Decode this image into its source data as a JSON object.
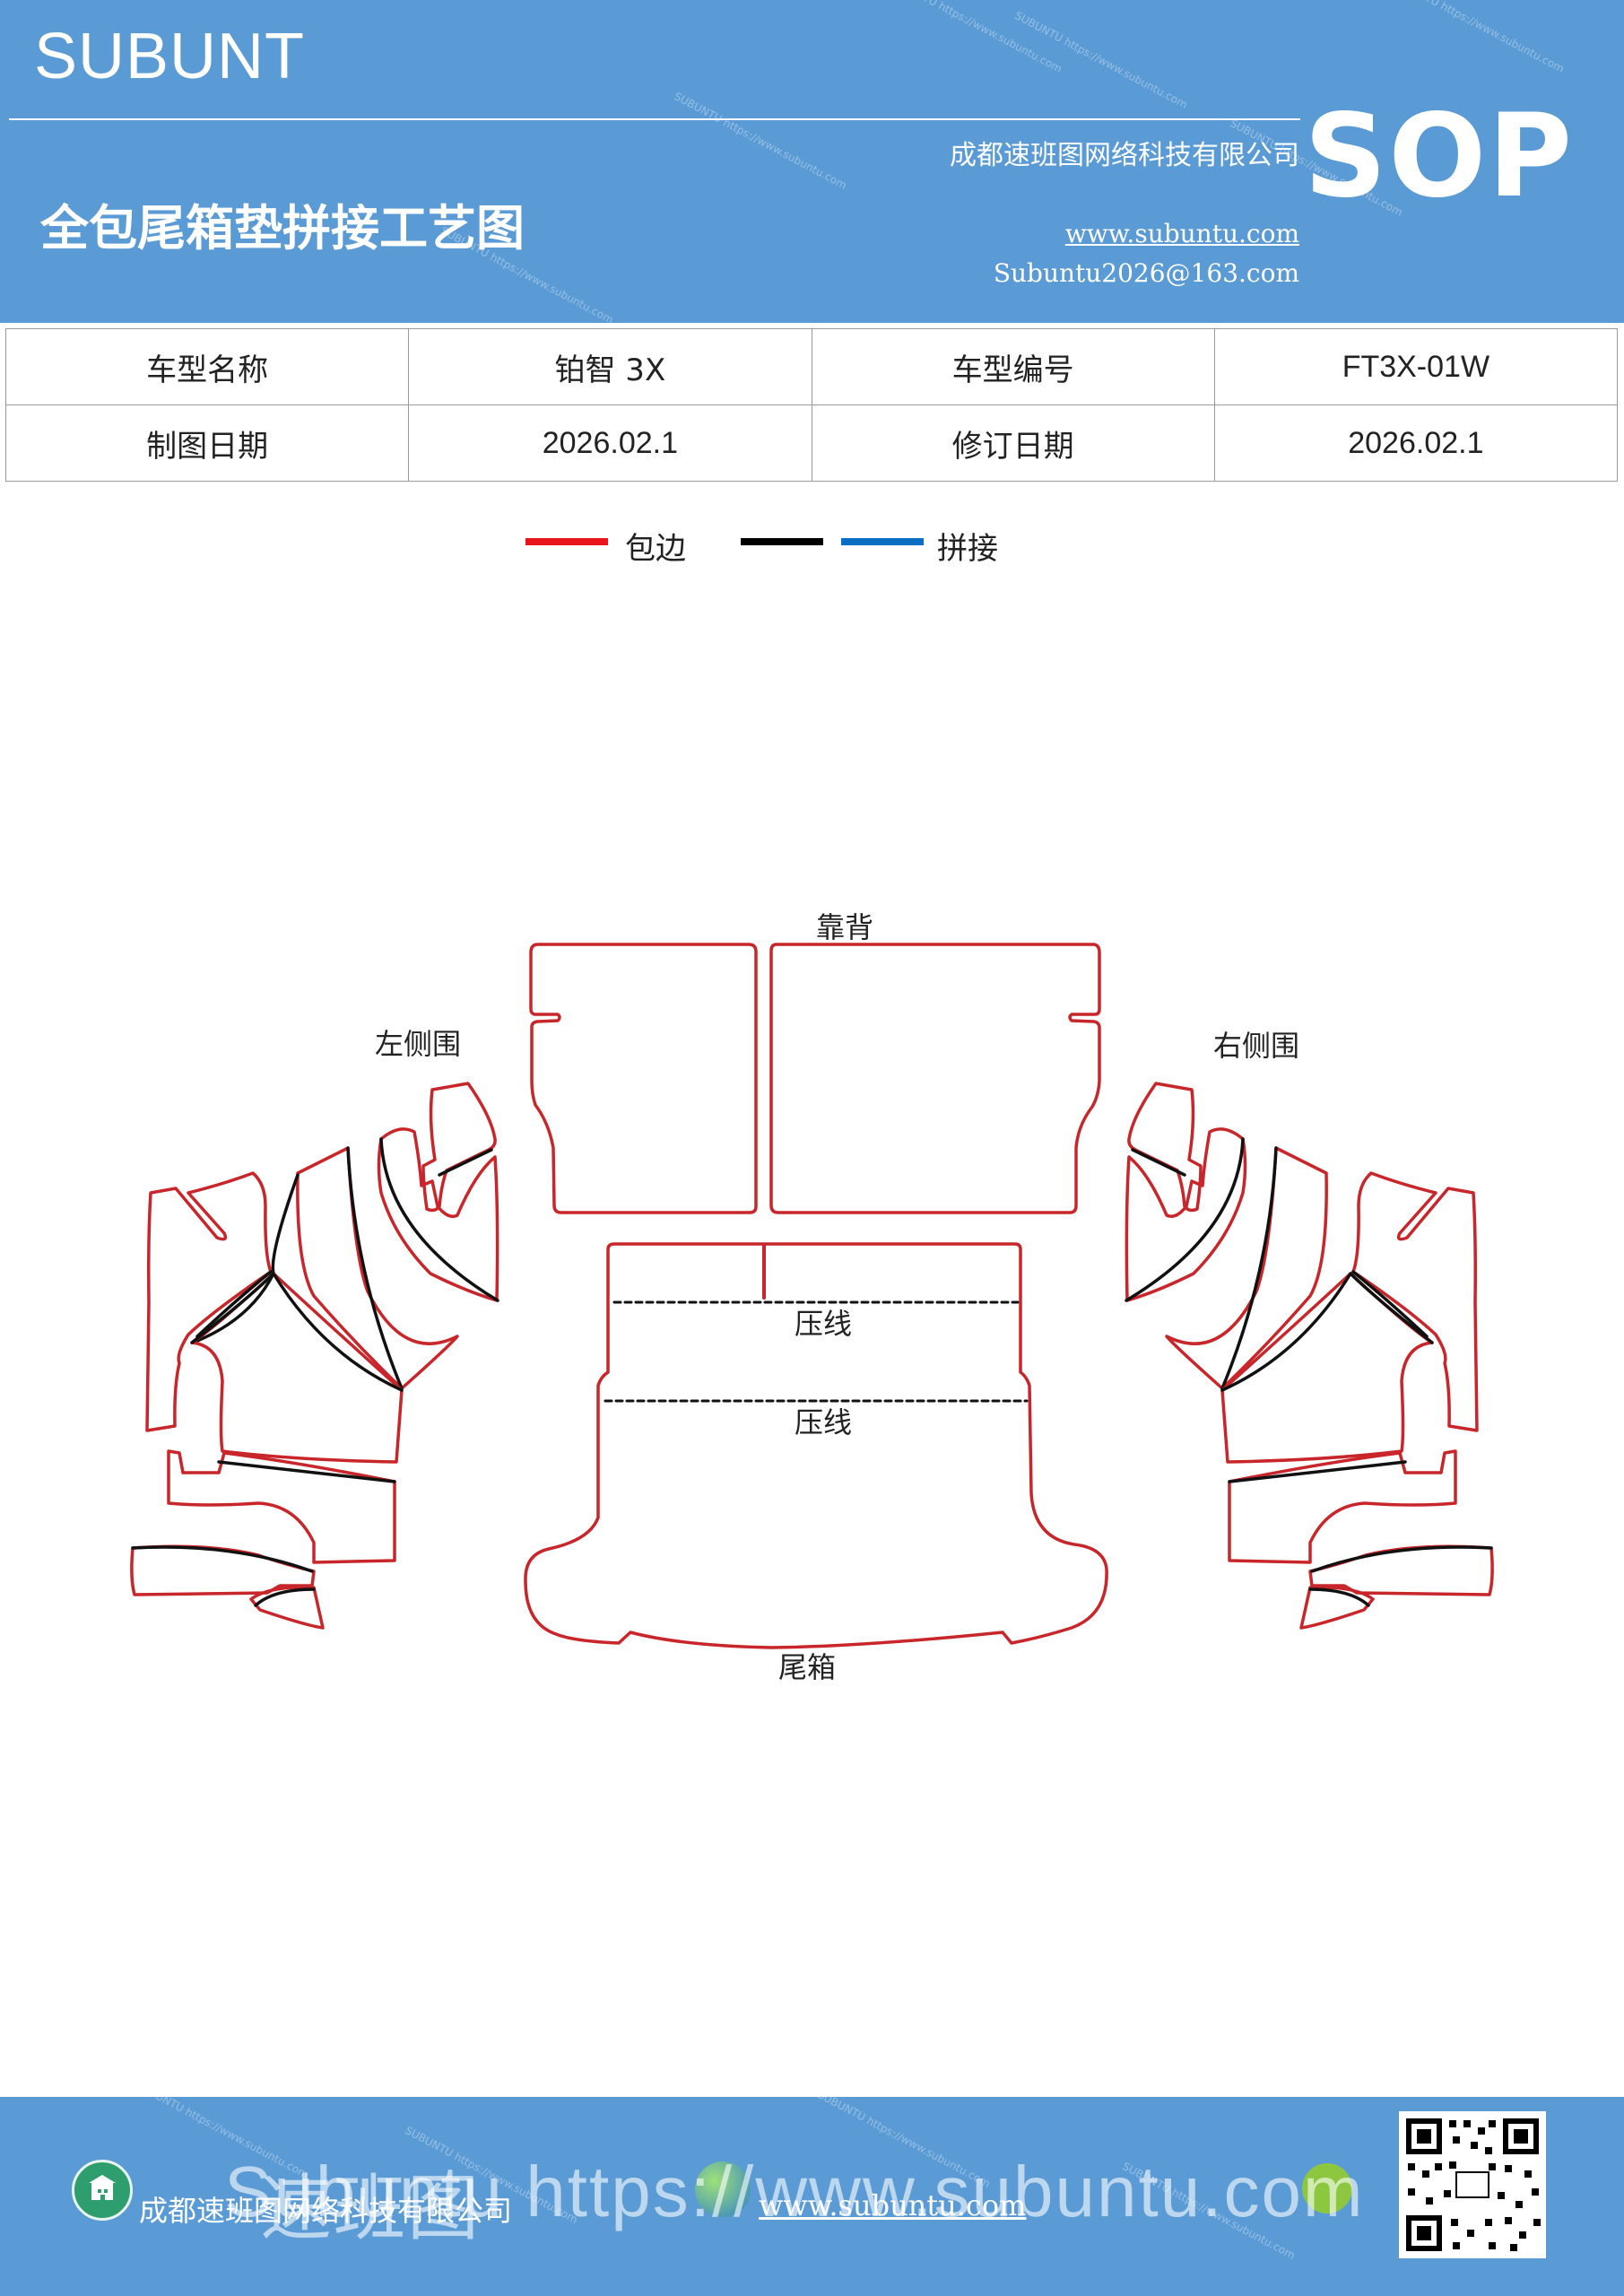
{
  "header": {
    "brand": "SUBUNT",
    "title": "全包尾箱垫拼接工艺图",
    "company": "成都速班图网络科技有限公司",
    "website": "www.subuntu.com",
    "email": "Subuntu2026@163.com",
    "badge": "SOP",
    "watermark": "SUBUNTU https://www.subuntu.com"
  },
  "info_table": {
    "rows": [
      [
        "车型名称",
        "铂智 3X",
        "车型编号",
        "FT3X-01W"
      ],
      [
        "制图日期",
        "2026.02.1",
        "修订日期",
        "2026.02.1"
      ]
    ]
  },
  "legend": {
    "items": [
      {
        "label": "包边",
        "color": "#e8161c"
      },
      {
        "label": "",
        "color": "#000000"
      },
      {
        "label": "拼接",
        "color": "#0a6fc2"
      }
    ]
  },
  "diagram": {
    "labels": {
      "backrest": "靠背",
      "left_side": "左侧围",
      "right_side": "右侧围",
      "trunk": "尾箱",
      "crease1": "压线",
      "crease2": "压线"
    },
    "colors": {
      "edge": "#c8262a",
      "seam": "#111111"
    }
  },
  "footer": {
    "company": "成都速班图网络科技有限公司",
    "website": "www.subuntu.com",
    "overlay": "Subuntu https://www.subuntu.com",
    "overlay_cn": "速班图",
    "qr_label": "QR code"
  }
}
